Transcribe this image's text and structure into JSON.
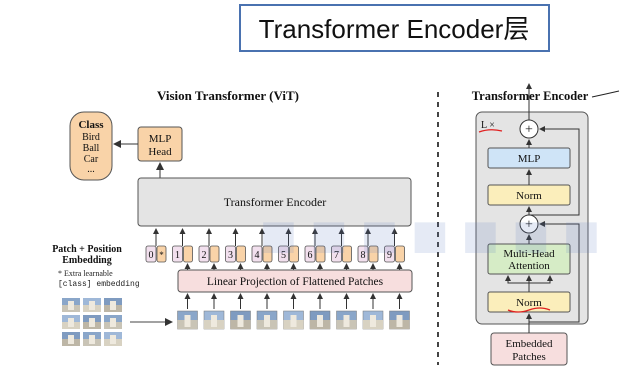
{
  "slide": {
    "title": "Transformer Encoder层"
  },
  "vit": {
    "title": "Vision Transformer (ViT)",
    "class_box": {
      "heading": "Class",
      "items": [
        "Bird",
        "Ball",
        "Car",
        "..."
      ]
    },
    "mlp_head": [
      "MLP",
      "Head"
    ],
    "encoder_label": "Transformer Encoder",
    "patch_embed_label": [
      "Patch + Position",
      "Embedding"
    ],
    "extra_note": [
      "* Extra learnable",
      "[class] embedding"
    ],
    "linear_projection": "Linear Projection of Flattened Patches",
    "tokens": [
      {
        "pos": "0",
        "emb": "*"
      },
      {
        "pos": "1",
        "emb": ""
      },
      {
        "pos": "2",
        "emb": ""
      },
      {
        "pos": "3",
        "emb": ""
      },
      {
        "pos": "4",
        "emb": ""
      },
      {
        "pos": "5",
        "emb": ""
      },
      {
        "pos": "6",
        "emb": ""
      },
      {
        "pos": "7",
        "emb": ""
      },
      {
        "pos": "8",
        "emb": ""
      },
      {
        "pos": "9",
        "emb": ""
      }
    ]
  },
  "encoder_block": {
    "title": "Transformer Encoder",
    "repeat": "L ×",
    "mlp": "MLP",
    "norm_top": "Norm",
    "plus": "+",
    "attention": [
      "Multi-Head",
      "Attention"
    ],
    "norm_bottom": "Norm",
    "embedded": [
      "Embedded",
      "Patches"
    ]
  },
  "colors": {
    "accent_red": "#e02020",
    "title_border": "#4a72b0",
    "orange": "#f9d3a8",
    "pink": "#f7dede",
    "blue": "#cfe4f7",
    "yellow": "#fbeebb",
    "green": "#d6ecc6",
    "gray": "#e4e4e4"
  }
}
